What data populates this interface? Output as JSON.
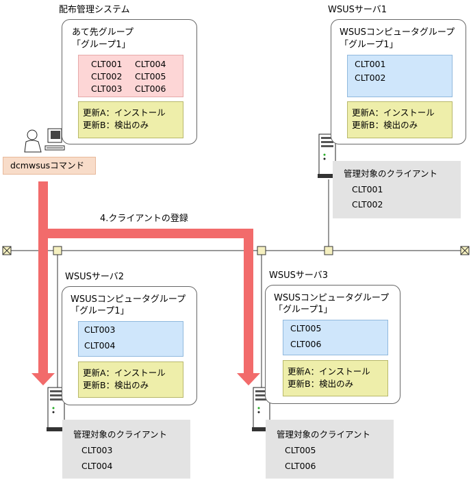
{
  "dist_system": {
    "title": "配布管理システム",
    "group_heading": "あて先グループ",
    "group_name": "「グループ1」",
    "clients_col1": [
      "CLT001",
      "CLT002",
      "CLT003"
    ],
    "clients_col2": [
      "CLT004",
      "CLT005",
      "CLT006"
    ],
    "update_a": "更新A：インストール",
    "update_b": "更新B：検出のみ",
    "command": "dcmwsusコマンド"
  },
  "arrow_label": "4.クライアントの登録",
  "servers": [
    {
      "name": "WSUSサーバ1",
      "group_heading": "WSUSコンピュータグループ",
      "group_name": "「グループ1」",
      "clients": [
        "CLT001",
        "CLT002"
      ],
      "update_a": "更新A：インストール",
      "update_b": "更新B：検出のみ",
      "managed_title": "管理対象のクライアント",
      "managed": [
        "CLT001",
        "CLT002"
      ]
    },
    {
      "name": "WSUSサーバ2",
      "group_heading": "WSUSコンピュータグループ",
      "group_name": "「グループ1」",
      "clients": [
        "CLT003",
        "CLT004"
      ],
      "update_a": "更新A：インストール",
      "update_b": "更新B：検出のみ",
      "managed_title": "管理対象のクライアント",
      "managed": [
        "CLT003",
        "CLT004"
      ]
    },
    {
      "name": "WSUSサーバ3",
      "group_heading": "WSUSコンピュータグループ",
      "group_name": "「グループ1」",
      "clients": [
        "CLT005",
        "CLT006"
      ],
      "update_a": "更新A：インストール",
      "update_b": "更新B：検出のみ",
      "managed_title": "管理対象のクライアント",
      "managed": [
        "CLT005",
        "CLT006"
      ]
    }
  ],
  "colors": {
    "arrow": "#f26b6b",
    "pink_box": "#fdd6d6",
    "blue_box": "#cfe6fb",
    "yellow_box": "#eeeeaa",
    "gray_box": "#e3e3e3",
    "command_box": "#f8dcc9",
    "node": "#f5f0c0"
  },
  "icons": [
    "person-at-computer-icon",
    "server-icon",
    "network-terminator-icon",
    "network-node-icon"
  ]
}
